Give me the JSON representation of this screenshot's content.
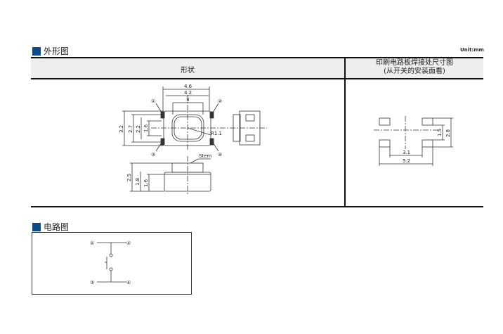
{
  "section_outline": {
    "title": "外形图",
    "unit": "Unit:mm"
  },
  "table": {
    "col_shape": "形状",
    "col_pcb_line1": "印刷电路板焊接处尺寸图",
    "col_pcb_line2": "(从开关的安装面看)"
  },
  "shape_dims": {
    "w46": "4.6",
    "w42": "4.2",
    "w3": "3",
    "h32": "3.2",
    "h27": "2.7",
    "h22": "2.2",
    "h16": "1.6",
    "radius": "R1.1",
    "side_h25": "2.5",
    "side_h18": "1.8",
    "side_h16": "1.6",
    "stem": "Stem",
    "pin1": "①",
    "pin2": "②",
    "pin3": "③",
    "pin4": "④"
  },
  "pcb_dims": {
    "d31": "3.1",
    "d52": "5.2",
    "d15": "1.5",
    "d28": "2.8"
  },
  "section_circuit": {
    "title": "电路图",
    "pin1": "①",
    "pin2": "②",
    "pin3": "③",
    "pin4": "④"
  },
  "colors": {
    "accent": "#0b4a8c"
  }
}
